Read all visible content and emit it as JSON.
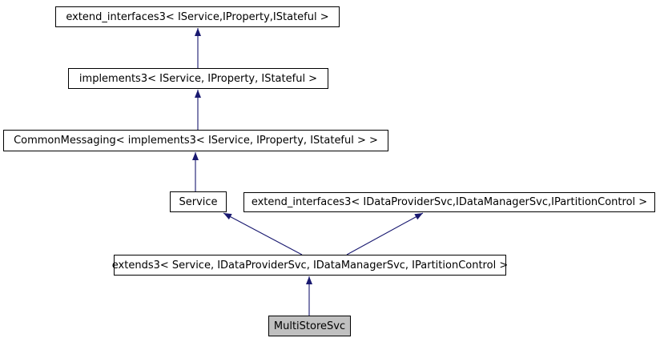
{
  "colors": {
    "edge": "#191970",
    "node_border": "#000000",
    "node_fill": "#ffffff",
    "highlight_fill": "#c0c0c0",
    "text": "#000000"
  },
  "diagram": {
    "type": "class-inheritance-graph",
    "nodes": [
      {
        "label": "extend_interfaces3< IService,IProperty,IStateful >",
        "highlighted": false
      },
      {
        "label": "implements3< IService, IProperty, IStateful >",
        "highlighted": false
      },
      {
        "label": "CommonMessaging< implements3< IService, IProperty, IStateful > >",
        "highlighted": false
      },
      {
        "label": "Service",
        "highlighted": false
      },
      {
        "label": "extend_interfaces3< IDataProviderSvc,IDataManagerSvc,IPartitionControl >",
        "highlighted": false
      },
      {
        "label": "extends3< Service, IDataProviderSvc, IDataManagerSvc, IPartitionControl >",
        "highlighted": false
      },
      {
        "label": "MultiStoreSvc",
        "highlighted": true
      }
    ],
    "edges": [
      {
        "from": 1,
        "to": 0
      },
      {
        "from": 2,
        "to": 1
      },
      {
        "from": 3,
        "to": 2
      },
      {
        "from": 5,
        "to": 3
      },
      {
        "from": 5,
        "to": 4
      },
      {
        "from": 6,
        "to": 5
      }
    ]
  }
}
